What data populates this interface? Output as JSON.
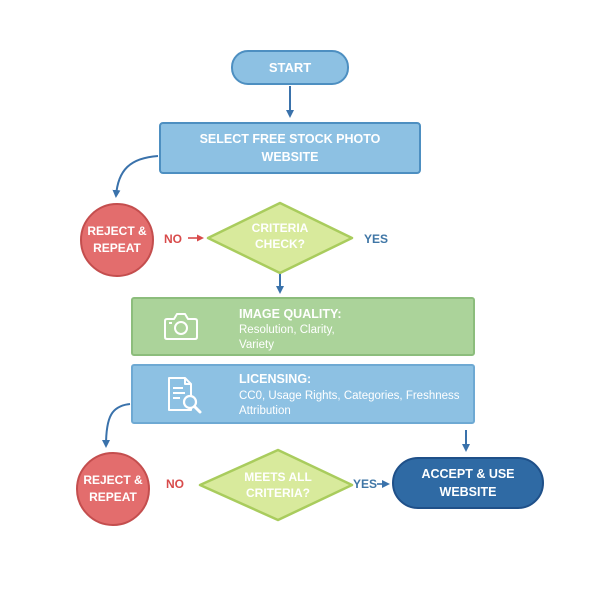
{
  "nodes": {
    "start": "START",
    "select_website": "SELECT FREE STOCK PHOTO WEBSITE",
    "criteria_check": "CRITERIA CHECK?",
    "reject_repeat_1": "REJECT & REPEAT",
    "image_quality": {
      "title": "IMAGE QUALITY:",
      "line1": "Resolution, Clarity,",
      "line2": "Variety",
      "icon": "camera-icon"
    },
    "licensing": {
      "title": "LICENSING:",
      "line1": "CC0, Usage Rights, Categories, Freshness",
      "line2": "Attribution",
      "icon": "document-search-icon"
    },
    "meets_all_criteria": "MEETS ALL CRITERIA?",
    "reject_repeat_2": "REJECT & REPEAT",
    "accept_use": "ACCEPT & USE WEBSITE"
  },
  "edges": {
    "no_1": "NO",
    "yes_1": "YES",
    "no_2": "NO",
    "yes_2": "YES"
  },
  "colors": {
    "light_blue": "#8dc1e3",
    "blue_border": "#4d8fc1",
    "dark_blue": "#2f6aa4",
    "red": "#e36d6d",
    "diamond_fill": "#d8ea9c",
    "diamond_border": "#a9cc5d",
    "green_panel": "#abd39a",
    "no_label": "#d84b4b",
    "yes_label": "#3f76a6",
    "arrow": "#3a72ab"
  }
}
